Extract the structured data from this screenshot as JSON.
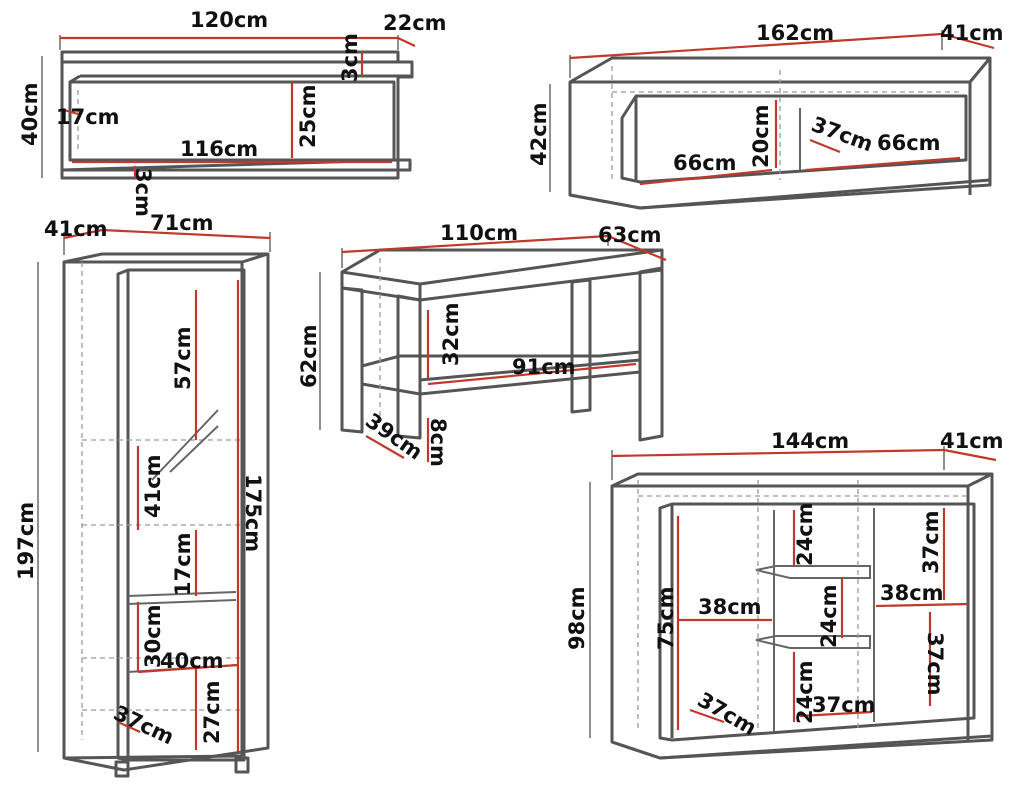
{
  "labels": {
    "shelf_width": "120cm",
    "shelf_depth": "22cm",
    "shelf_height": "40cm",
    "shelf_inner_height": "25cm",
    "shelf_top_thickness": "3cm",
    "shelf_inner_width": "116cm",
    "shelf_inner_depth": "17cm",
    "shelf_bottom_thickness": "3cm",
    "tv_width": "162cm",
    "tv_depth": "41cm",
    "tv_height": "42cm",
    "tv_left_width": "66cm",
    "tv_right_width": "66cm",
    "tv_inner_height": "20cm",
    "tv_inner_depth": "37cm",
    "vit_depth": "41cm",
    "vit_width": "71cm",
    "vit_height": "197cm",
    "vit_inner_height": "175cm",
    "vit_shelf_top": "57cm",
    "vit_shelf_2": "41cm",
    "vit_shelf_3": "17cm",
    "vit_shelf_4": "30cm",
    "vit_drawer_width": "40cm",
    "vit_drawer_height": "27cm",
    "vit_inner_depth": "37cm",
    "table_width": "110cm",
    "table_depth": "63cm",
    "table_height": "62cm",
    "table_clearance": "32cm",
    "table_shelf_width": "91cm",
    "table_shelf_depth": "39cm",
    "table_leg": "8cm",
    "side_width": "144cm",
    "side_depth": "41cm",
    "side_height": "98cm",
    "side_door_height": "75cm",
    "side_left_width": "38cm",
    "side_right_width": "38cm",
    "side_niche_top": "24cm",
    "side_niche_mid": "24cm",
    "side_niche_bottom": "24cm",
    "side_right_top": "37cm",
    "side_right_bottom": "37cm",
    "side_bottom_width": "37cm",
    "side_inner_depth": "37cm"
  }
}
